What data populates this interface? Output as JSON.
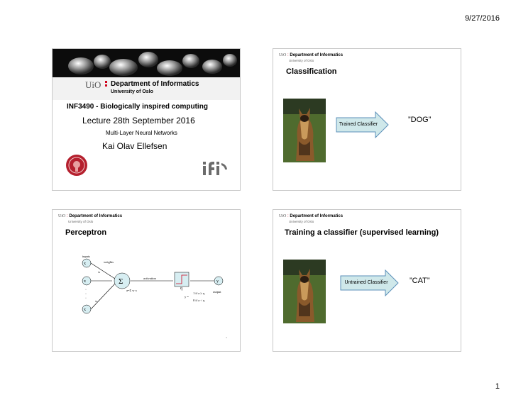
{
  "page": {
    "date": "9/27/2016",
    "page_number": "1"
  },
  "header": {
    "uio": "UiO",
    "department": "Department of Informatics",
    "university": "University of Oslo"
  },
  "slide1": {
    "banner_department": "Department of Informatics",
    "banner_university": "University of Oslo",
    "course": "INF3490 - Biologically inspired computing",
    "lecture": "Lecture 28th September 2016",
    "subtitle": "Multi-Layer Neural Networks",
    "author": "Kai Olav Ellefsen"
  },
  "slide2": {
    "title": "Classification",
    "box_label": "Trained Classifier",
    "result": "”DOG”"
  },
  "slide3": {
    "title": "Perceptron",
    "diagram": {
      "inputs": "inputs",
      "weights": "weights",
      "activation": "activation",
      "output": "output",
      "x1": "x",
      "x2": "x",
      "xn": "x",
      "sum": "Σ",
      "q": "q",
      "y": "y",
      "w1": "w",
      "wn": "w",
      "a_formula": "a=Σ w x",
      "y_top": "1 if a ≥ q",
      "y_bot": "0 if a < q",
      "y_eq": "y ="
    },
    "footnote": "3"
  },
  "slide4": {
    "title": "Training a classifier (supervised learning)",
    "box_label": "Untrained Classifier",
    "result": "”CAT”"
  },
  "colors": {
    "arrow_fill": "#cfe8ea",
    "arrow_stroke": "#5b8fb9",
    "node_fill": "#d7eef2",
    "uio_red": "#d0021b"
  }
}
